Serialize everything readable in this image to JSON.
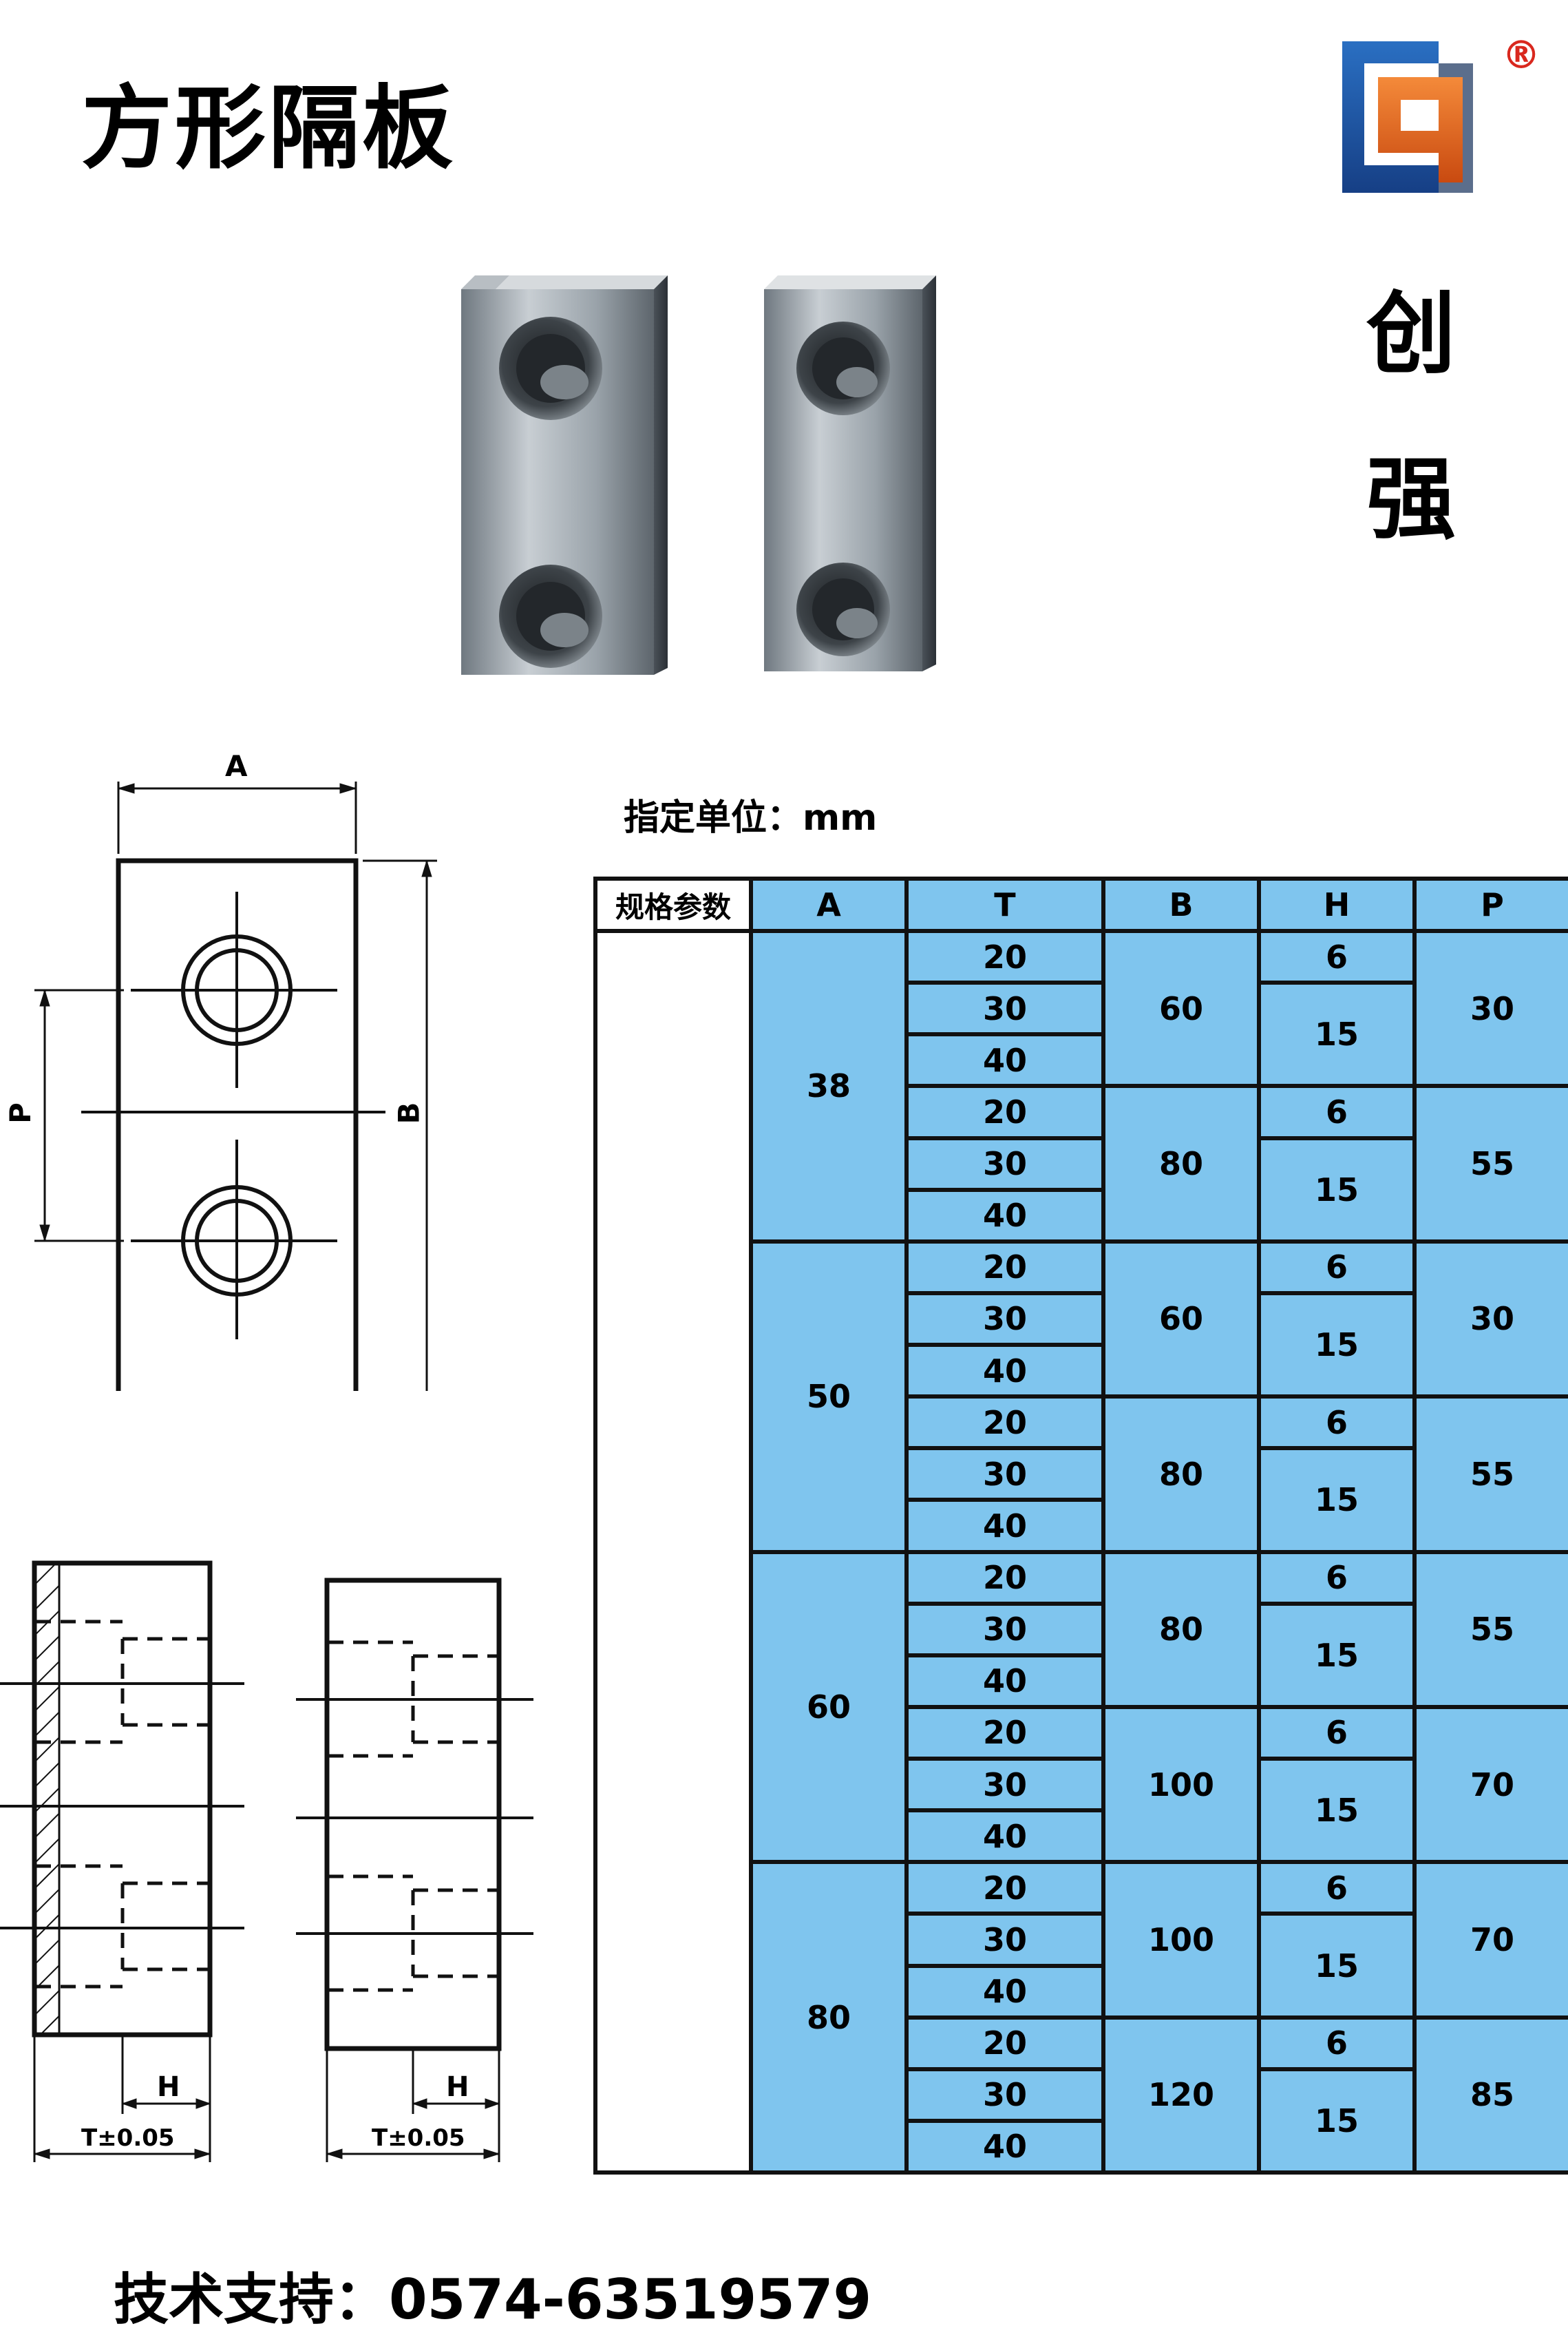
{
  "title": "方形隔板",
  "brand": {
    "name_chars": [
      "创",
      "强"
    ],
    "registered": "®"
  },
  "unit_label": "指定单位：mm",
  "drawing_labels": {
    "width": "A",
    "pitch": "P",
    "length": "B",
    "depth": "H",
    "thickness": "T±0.05"
  },
  "table": {
    "headers": [
      "规格参数",
      "A",
      "T",
      "B",
      "H",
      "P"
    ],
    "groups": [
      {
        "A": "38",
        "subs": [
          {
            "B": "60",
            "P": "30",
            "T": [
              "20",
              "30",
              "40"
            ],
            "H": [
              "6",
              "15"
            ]
          },
          {
            "B": "80",
            "P": "55",
            "T": [
              "20",
              "30",
              "40"
            ],
            "H": [
              "6",
              "15"
            ]
          }
        ]
      },
      {
        "A": "50",
        "subs": [
          {
            "B": "60",
            "P": "30",
            "T": [
              "20",
              "30",
              "40"
            ],
            "H": [
              "6",
              "15"
            ]
          },
          {
            "B": "80",
            "P": "55",
            "T": [
              "20",
              "30",
              "40"
            ],
            "H": [
              "6",
              "15"
            ]
          }
        ]
      },
      {
        "A": "60",
        "subs": [
          {
            "B": "80",
            "P": "55",
            "T": [
              "20",
              "30",
              "40"
            ],
            "H": [
              "6",
              "15"
            ]
          },
          {
            "B": "100",
            "P": "70",
            "T": [
              "20",
              "30",
              "40"
            ],
            "H": [
              "6",
              "15"
            ]
          }
        ]
      },
      {
        "A": "80",
        "subs": [
          {
            "B": "100",
            "P": "70",
            "T": [
              "20",
              "30",
              "40"
            ],
            "H": [
              "6",
              "15"
            ]
          },
          {
            "B": "120",
            "P": "85",
            "T": [
              "20",
              "30",
              "40"
            ],
            "H": [
              "6",
              "15"
            ]
          }
        ]
      }
    ]
  },
  "support": "技术支持：0574-63519579",
  "colors": {
    "cell_blue": "#7fc5ee",
    "logo_blue": "#1f5aa8",
    "logo_orange": "#e8611a"
  }
}
